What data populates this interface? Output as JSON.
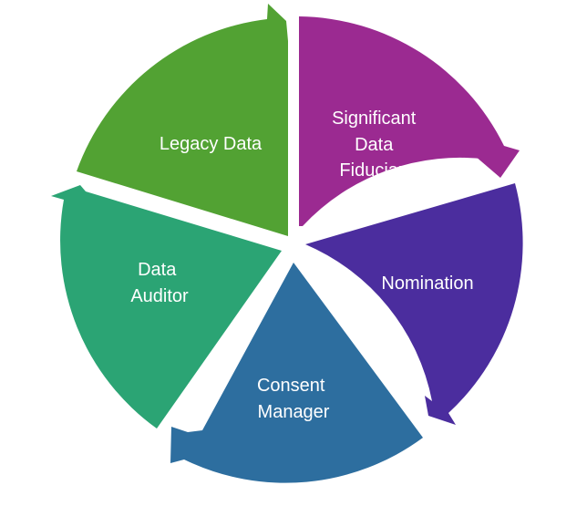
{
  "diagram": {
    "type": "circular-cycle",
    "segments": [
      {
        "id": "significant",
        "lines": [
          "Significant",
          "Data",
          "Fiduciary"
        ],
        "color": "#9b2a91"
      },
      {
        "id": "nomination",
        "lines": [
          "Nomination"
        ],
        "color": "#4b2d9e"
      },
      {
        "id": "consent",
        "lines": [
          "Consent",
          "Manager"
        ],
        "color": "#2d6e9f"
      },
      {
        "id": "auditor",
        "lines": [
          "Data",
          "Auditor"
        ],
        "color": "#2ba474"
      },
      {
        "id": "legacy",
        "lines": [
          "Legacy Data"
        ],
        "color": "#52a233"
      }
    ]
  }
}
